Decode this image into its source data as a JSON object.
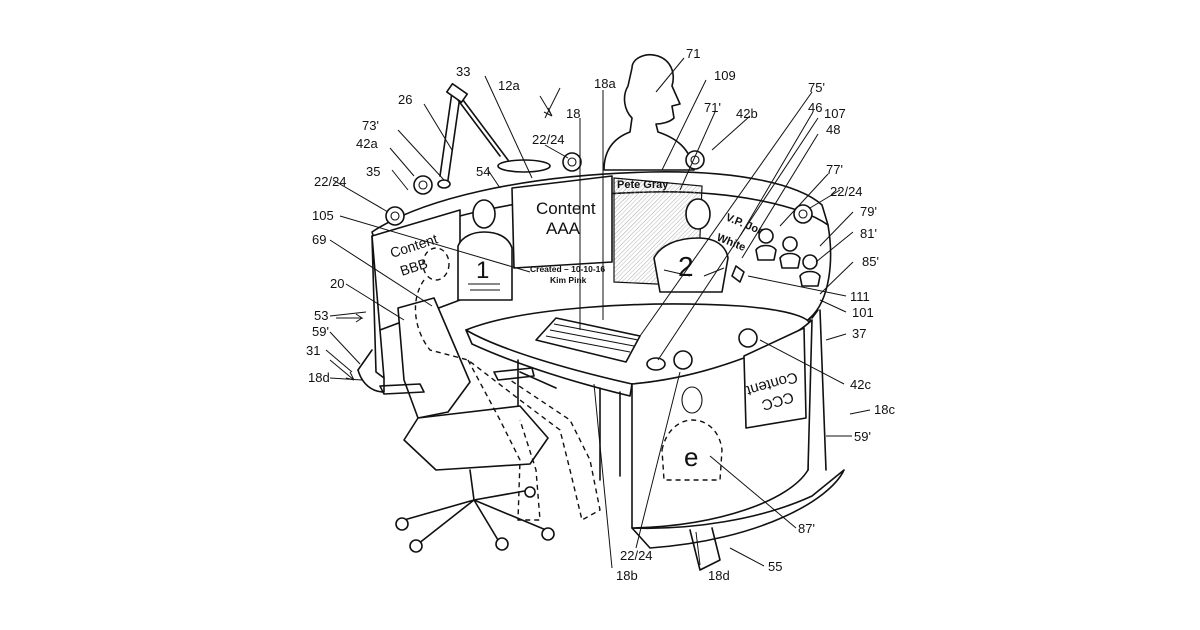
{
  "figure": {
    "screen_text": {
      "content_aaa": [
        "Content",
        "AAA"
      ],
      "content_bbb": [
        "Content",
        "BBB"
      ],
      "content_ccc": [
        "Content",
        "CCC"
      ],
      "created_line1": "Created – 10-10-16",
      "created_line2": "Kim Pink",
      "person_1_number": "1",
      "person_2_number": "2",
      "pete_gray": "Pete Gray",
      "vp_line1": "V.P. Jon",
      "vp_line2": "White",
      "person_e_letter": "e"
    },
    "reference_labels": {
      "l71": "71",
      "l109": "109",
      "l33": "33",
      "l12a": "12a",
      "l18a": "18a",
      "l75p": "75'",
      "l71p": "71'",
      "l42b": "42b",
      "l46": "46",
      "l107": "107",
      "l26": "26",
      "l18": "18",
      "l48": "48",
      "l73p": "73'",
      "l22_24_a": "22/24",
      "l42a": "42a",
      "l77p": "77'",
      "l35": "35",
      "l54": "54",
      "l22_24_b": "22/24",
      "l22_24_c": "22/24",
      "l79p": "79'",
      "l105": "105",
      "l81p": "81'",
      "l69": "69",
      "l85p": "85'",
      "l20": "20",
      "l111": "111",
      "l53": "53",
      "l101": "101",
      "l59p_a": "59'",
      "l37": "37",
      "l31": "31",
      "l18d_a": "18d",
      "l42c": "42c",
      "l18c": "18c",
      "l59p_b": "59'",
      "l87p": "87'",
      "l22_24_d": "22/24",
      "l18d_b": "18d",
      "l55": "55",
      "l18b": "18b"
    }
  }
}
